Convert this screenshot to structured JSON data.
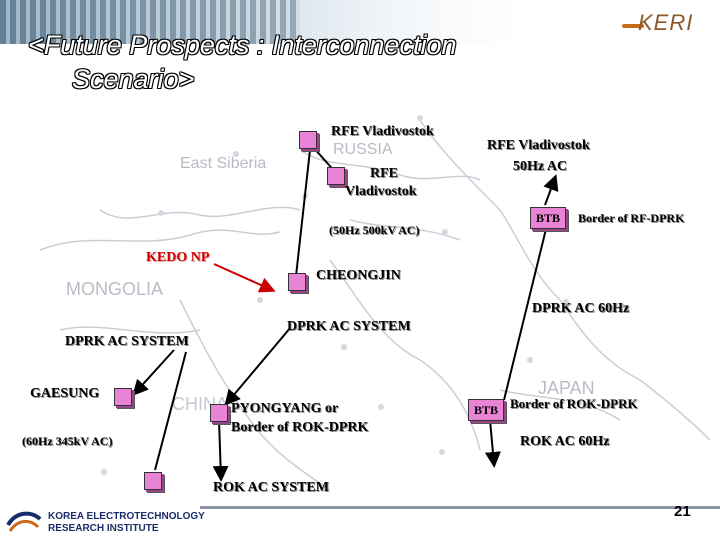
{
  "header": {
    "title_line1": "<Future Prospects : Interconnection",
    "title_line2": "Scenario>",
    "logo_text": "KERI"
  },
  "map_labels": {
    "east_siberia": "East Siberia",
    "russia": "RUSSIA",
    "mongolia": "MONGOLIA",
    "japan": "JAPAN",
    "china": "CHINA"
  },
  "diagram": {
    "rfe_vladivostok_top": "RFE Vladivostok",
    "rfe_label": "RFE",
    "vladivostok_label": "Vladivostok",
    "voltage_50hz_500kv": "(50Hz 500kV AC)",
    "rfe_vladivostok_right": "RFE Vladivostok",
    "ac_50hz": "50Hz AC",
    "btb_top": "BTB",
    "border_rf_dprk": "Border of RF-DPRK",
    "kedo_np": "KEDO NP",
    "cheongjin": "CHEONGJIN",
    "dprk_ac_60hz": "DPRK AC 60Hz",
    "dprk_ac_system_center": "DPRK AC SYSTEM",
    "dprk_ac_system_left": "DPRK AC SYSTEM",
    "gaesung": "GAESUNG",
    "voltage_60hz_345kv": "(60Hz 345kV AC)",
    "pyongyang_line1": "PYONGYANG or",
    "pyongyang_line2": "Border of ROK-DPRK",
    "btb_bottom": "BTB",
    "border_rok_dprk": "Border of ROK-DPRK",
    "rok_ac_60hz": "ROK AC 60Hz",
    "rok_ac_system": "ROK AC SYSTEM"
  },
  "footer": {
    "institute_line1": "KOREA ELECTROTECHNOLOGY",
    "institute_line2": "RESEARCH INSTITUTE",
    "page_number": "21"
  },
  "colors": {
    "node_fill": "#e884d6",
    "kedo_red": "#cc0000",
    "map_line": "#c9ced6"
  }
}
